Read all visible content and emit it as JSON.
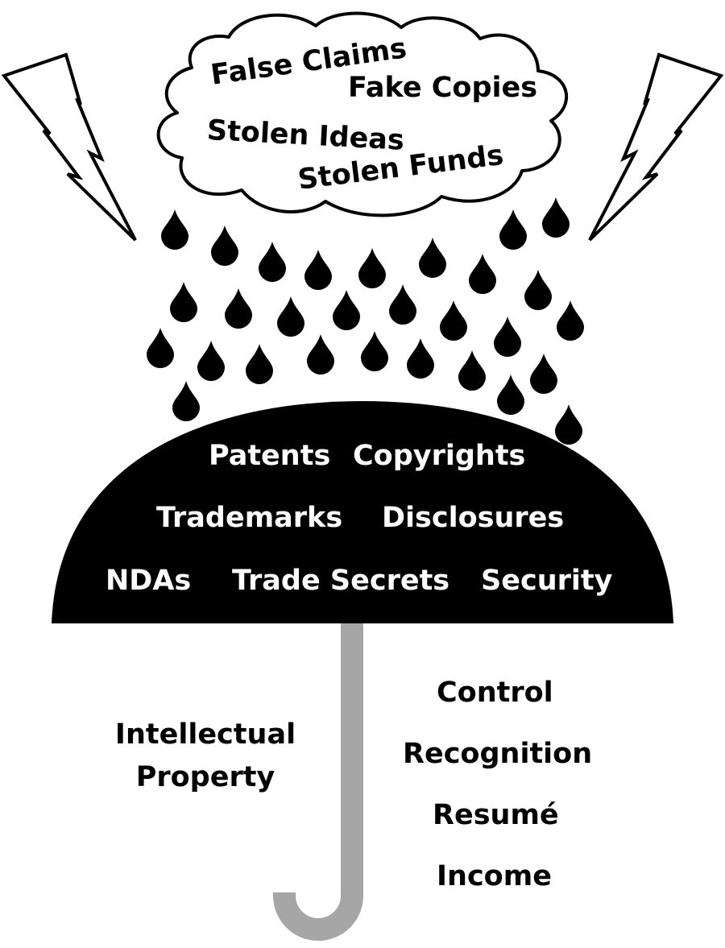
{
  "cloud": {
    "threats": [
      "False Claims",
      "Fake Copies",
      "Stolen Ideas",
      "Stolen Funds"
    ]
  },
  "umbrella": {
    "protections": [
      "Patents",
      "Copyrights",
      "Trademarks",
      "Disclosures",
      "NDAs",
      "Trade Secrets",
      "Security"
    ]
  },
  "handle": {
    "subject_lines": [
      "Intellectual",
      "Property"
    ],
    "benefits": [
      "Control",
      "Recognition",
      "Resumé",
      "Income"
    ]
  },
  "colors": {
    "background": "#ffffff",
    "ink": "#000000",
    "handle": "#a6a6a6",
    "canopy_text": "#ffffff"
  },
  "icons": {
    "storm": "cloud-icon",
    "bolts": "lightning-bolt-icon",
    "rain": "raindrop-icon"
  }
}
